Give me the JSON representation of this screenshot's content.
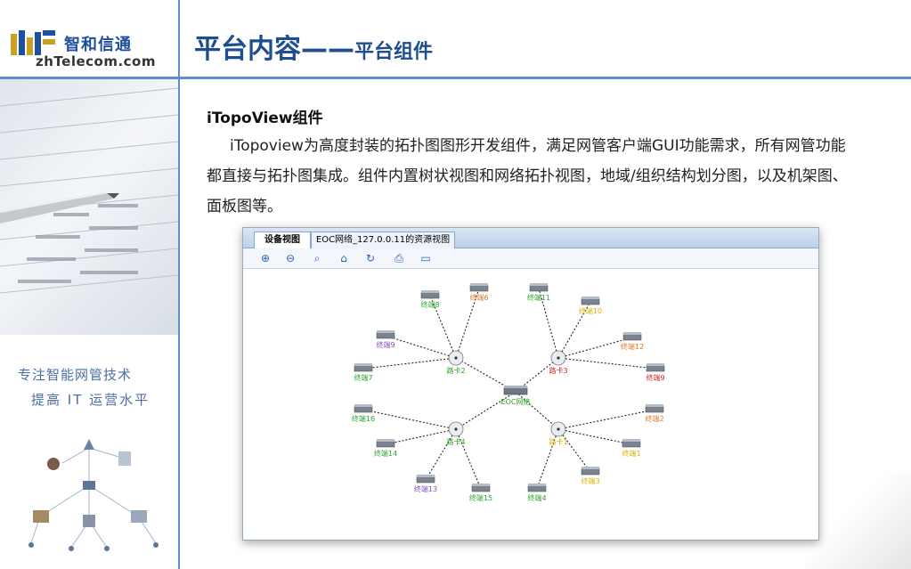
{
  "logo": {
    "name_cn": "智和信通",
    "name_en": "zhTelecom.com"
  },
  "header": {
    "title": "平台内容——",
    "subtitle": "平台组件"
  },
  "sidebar": {
    "slogan_line1": "专注智能网管技术",
    "slogan_line2": "提高 IT 运营水平"
  },
  "content": {
    "heading": "iTopoView组件",
    "paragraph": "iTopoview为高度封装的拓扑图图形开发组件，满足网管客户端GUI功能需求，所有网管功能都直接与拓扑图集成。组件内置树状视图和网络拓扑视图，地域/组织结构划分图，以及机架图、面板图等。"
  },
  "screenshot": {
    "tabs": [
      "设备视图",
      "EOC网络_127.0.0.11的资源视图"
    ],
    "center": {
      "label": "EOC网络"
    },
    "hubs": [
      {
        "label": "路卡2",
        "color": "#2aa52a"
      },
      {
        "label": "路卡3",
        "color": "#d62424"
      },
      {
        "label": "路卡4",
        "color": "#2aa52a"
      },
      {
        "label": "路卡1",
        "color": "#d9b100"
      }
    ],
    "terminals": [
      {
        "label": "终端8",
        "color": "#2aa52a",
        "hub": 0
      },
      {
        "label": "终端6",
        "color": "#e07820",
        "hub": 0
      },
      {
        "label": "终端9",
        "color": "#8a4fc0",
        "hub": 0
      },
      {
        "label": "终端7",
        "color": "#2aa52a",
        "hub": 0
      },
      {
        "label": "终端11",
        "color": "#2aa52a",
        "hub": 1
      },
      {
        "label": "终端10",
        "color": "#d9b100",
        "hub": 1
      },
      {
        "label": "终端12",
        "color": "#e07820",
        "hub": 1
      },
      {
        "label": "终端9",
        "color": "#d62424",
        "hub": 1
      },
      {
        "label": "终端16",
        "color": "#2aa52a",
        "hub": 2
      },
      {
        "label": "终端14",
        "color": "#2aa52a",
        "hub": 2
      },
      {
        "label": "终端13",
        "color": "#8a4fc0",
        "hub": 2
      },
      {
        "label": "终端15",
        "color": "#2aa52a",
        "hub": 2
      },
      {
        "label": "终端2",
        "color": "#e07820",
        "hub": 3
      },
      {
        "label": "终端1",
        "color": "#d9b100",
        "hub": 3
      },
      {
        "label": "终端3",
        "color": "#d9b100",
        "hub": 3
      },
      {
        "label": "终端4",
        "color": "#2aa52a",
        "hub": 3
      }
    ],
    "toolbar_icons": [
      "zoom-in-icon",
      "zoom-out-icon",
      "zoom-fit-icon",
      "home-icon",
      "refresh-icon",
      "print-icon",
      "export-icon"
    ]
  }
}
